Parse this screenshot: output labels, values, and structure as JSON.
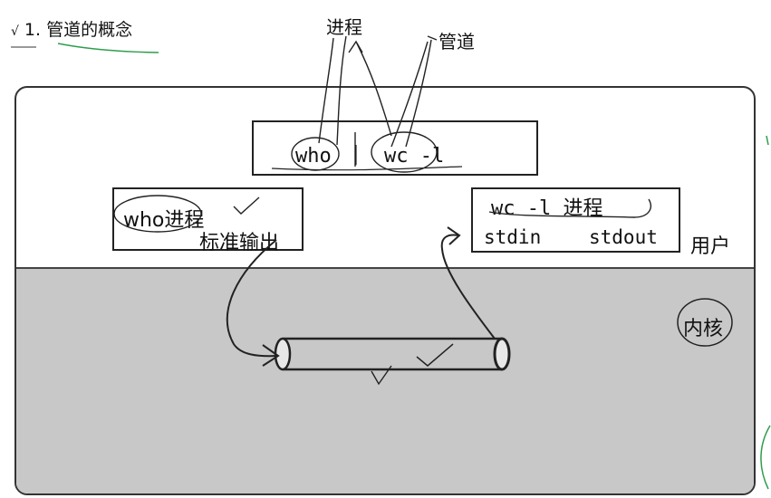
{
  "heading": {
    "check": "√",
    "text": "1. 管道的概念"
  },
  "annotations": {
    "process": "进程",
    "pipe": "管道"
  },
  "command": {
    "left": "who",
    "separator": "|",
    "right": "wc -l"
  },
  "who_process": {
    "label": "who进程",
    "output": "标准输出"
  },
  "wc_process": {
    "label": "wc -l 进程",
    "stdin": "stdin",
    "stdout": "stdout"
  },
  "regions": {
    "user": "用户",
    "kernel": "内核"
  },
  "pipe_tube": {
    "label": "管道"
  }
}
